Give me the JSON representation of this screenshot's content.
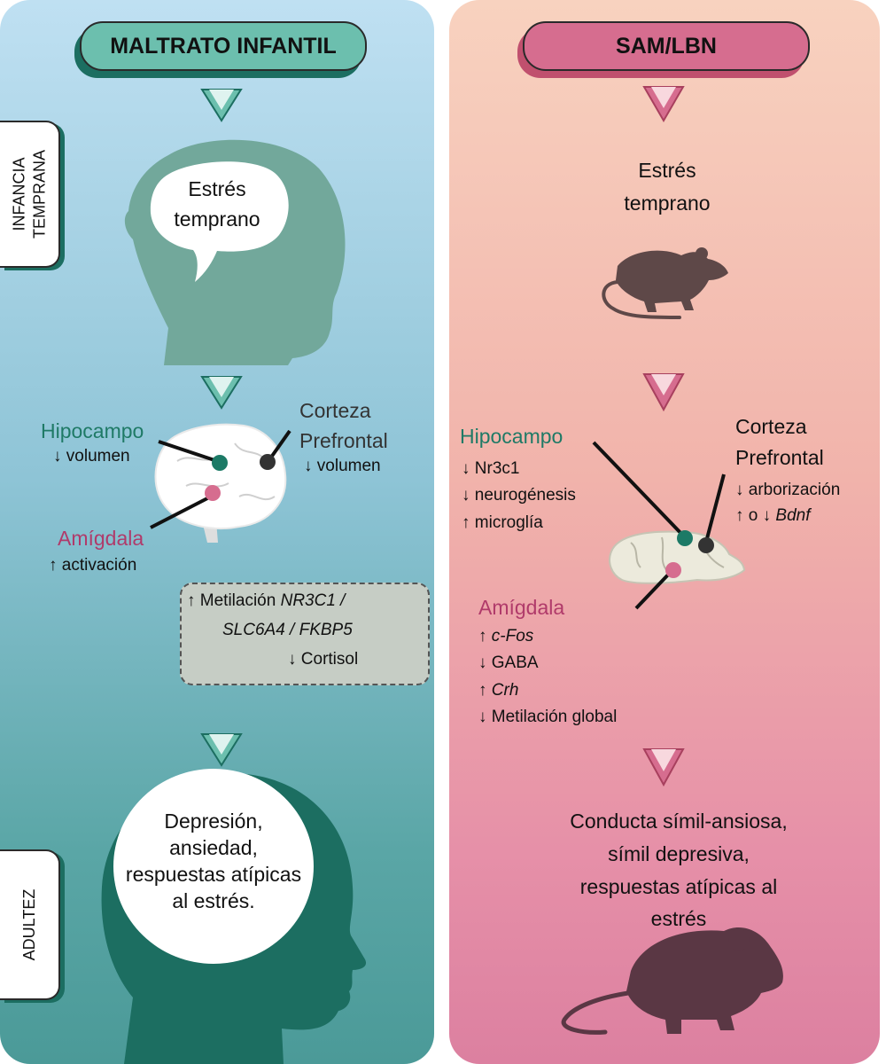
{
  "left": {
    "title": "MALTRATO INFANTIL",
    "stage_top": [
      "INFANCIA",
      "TEMPRANA"
    ],
    "stage_bottom": "ADULTEZ",
    "child_text": [
      "Estrés",
      "temprano"
    ],
    "hippocampus": {
      "label": "Hipocampo",
      "effect": "↓ volumen"
    },
    "cortex": {
      "label": [
        "Corteza",
        "Prefrontal"
      ],
      "effect": "↓ volumen"
    },
    "amygdala": {
      "label": "Amígdala",
      "effect": "↑ activación"
    },
    "box": {
      "line1_pre": "↑ Metilación ",
      "line1_genes": "NR3C1 /",
      "line2_genes": "SLC6A4 / FKBP5",
      "line3": "↓ Cortisol"
    },
    "adult_text": [
      "Depresión,",
      "ansiedad,",
      "respuestas atípicas",
      "al estrés."
    ]
  },
  "right": {
    "title": "SAM/LBN",
    "stress": [
      "Estrés",
      "temprano"
    ],
    "hippocampus": {
      "label": "Hipocampo",
      "effects": [
        "↓  Nr3c1",
        "↓  neurogénesis",
        "↑  microglía"
      ]
    },
    "cortex": {
      "label": [
        "Corteza",
        "Prefrontal"
      ],
      "effect1": "↓ arborización",
      "effect2_pre": "↑ o ↓ ",
      "effect2_gene": "Bdnf"
    },
    "amygdala": {
      "label": "Amígdala",
      "e1_arrow": "↑  ",
      "e1_gene": "c-Fos",
      "e2": "↓  GABA",
      "e3_arrow": "↑  ",
      "e3_gene": "Crh",
      "e4": "↓ Metilación global"
    },
    "outcome": [
      "Conducta símil-ansiosa,",
      "símil depresiva,",
      "respuestas atípicas al",
      "estrés"
    ]
  },
  "colors": {
    "teal_dark": "#1c6e61",
    "teal_mid": "#6ea9a0",
    "teal_title": "#6cbfae",
    "magenta_title": "#d66d8f",
    "magenta_label": "#b03a6a",
    "mouse": "#5e4848",
    "mouse_adult": "#5a3744"
  }
}
